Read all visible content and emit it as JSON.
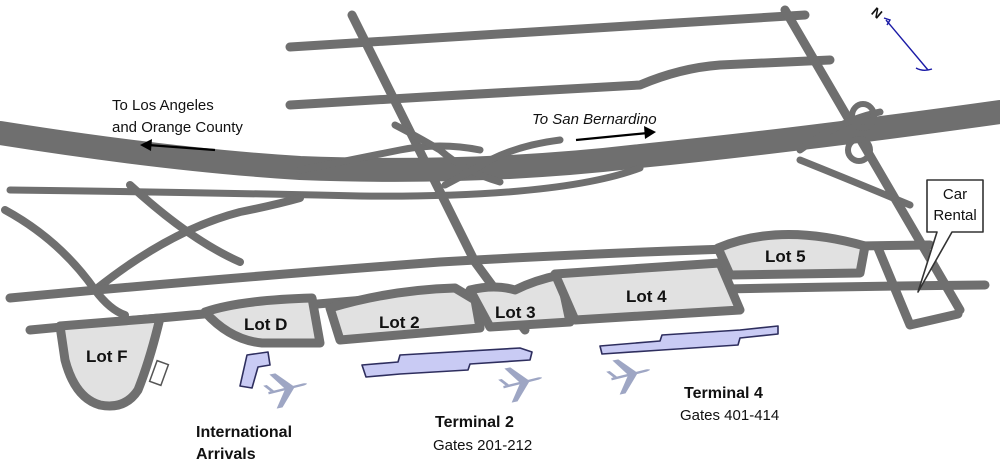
{
  "directions": {
    "west_line1": "To Los Angeles",
    "west_line2": "and Orange County",
    "east": "To San Bernardino"
  },
  "lots": {
    "f": "Lot F",
    "d": "Lot D",
    "two": "Lot 2",
    "three": "Lot 3",
    "four": "Lot 4",
    "five": "Lot 5"
  },
  "terminals": {
    "t2_name": "Terminal 2",
    "t2_gates": "Gates 201-212",
    "t4_name": "Terminal 4",
    "t4_gates": "Gates 401-414",
    "intl_line1": "International",
    "intl_line2": "Arrivals"
  },
  "callout": {
    "line1": "Car",
    "line2": "Rental"
  },
  "compass": {
    "letter": "N"
  },
  "colors": {
    "road": "#6f6f6f",
    "lot_fill": "#e1e1e1",
    "terminal_fill": "#c9cbf4",
    "plane": "#9ea6c4",
    "compass": "#1a1aa6"
  }
}
